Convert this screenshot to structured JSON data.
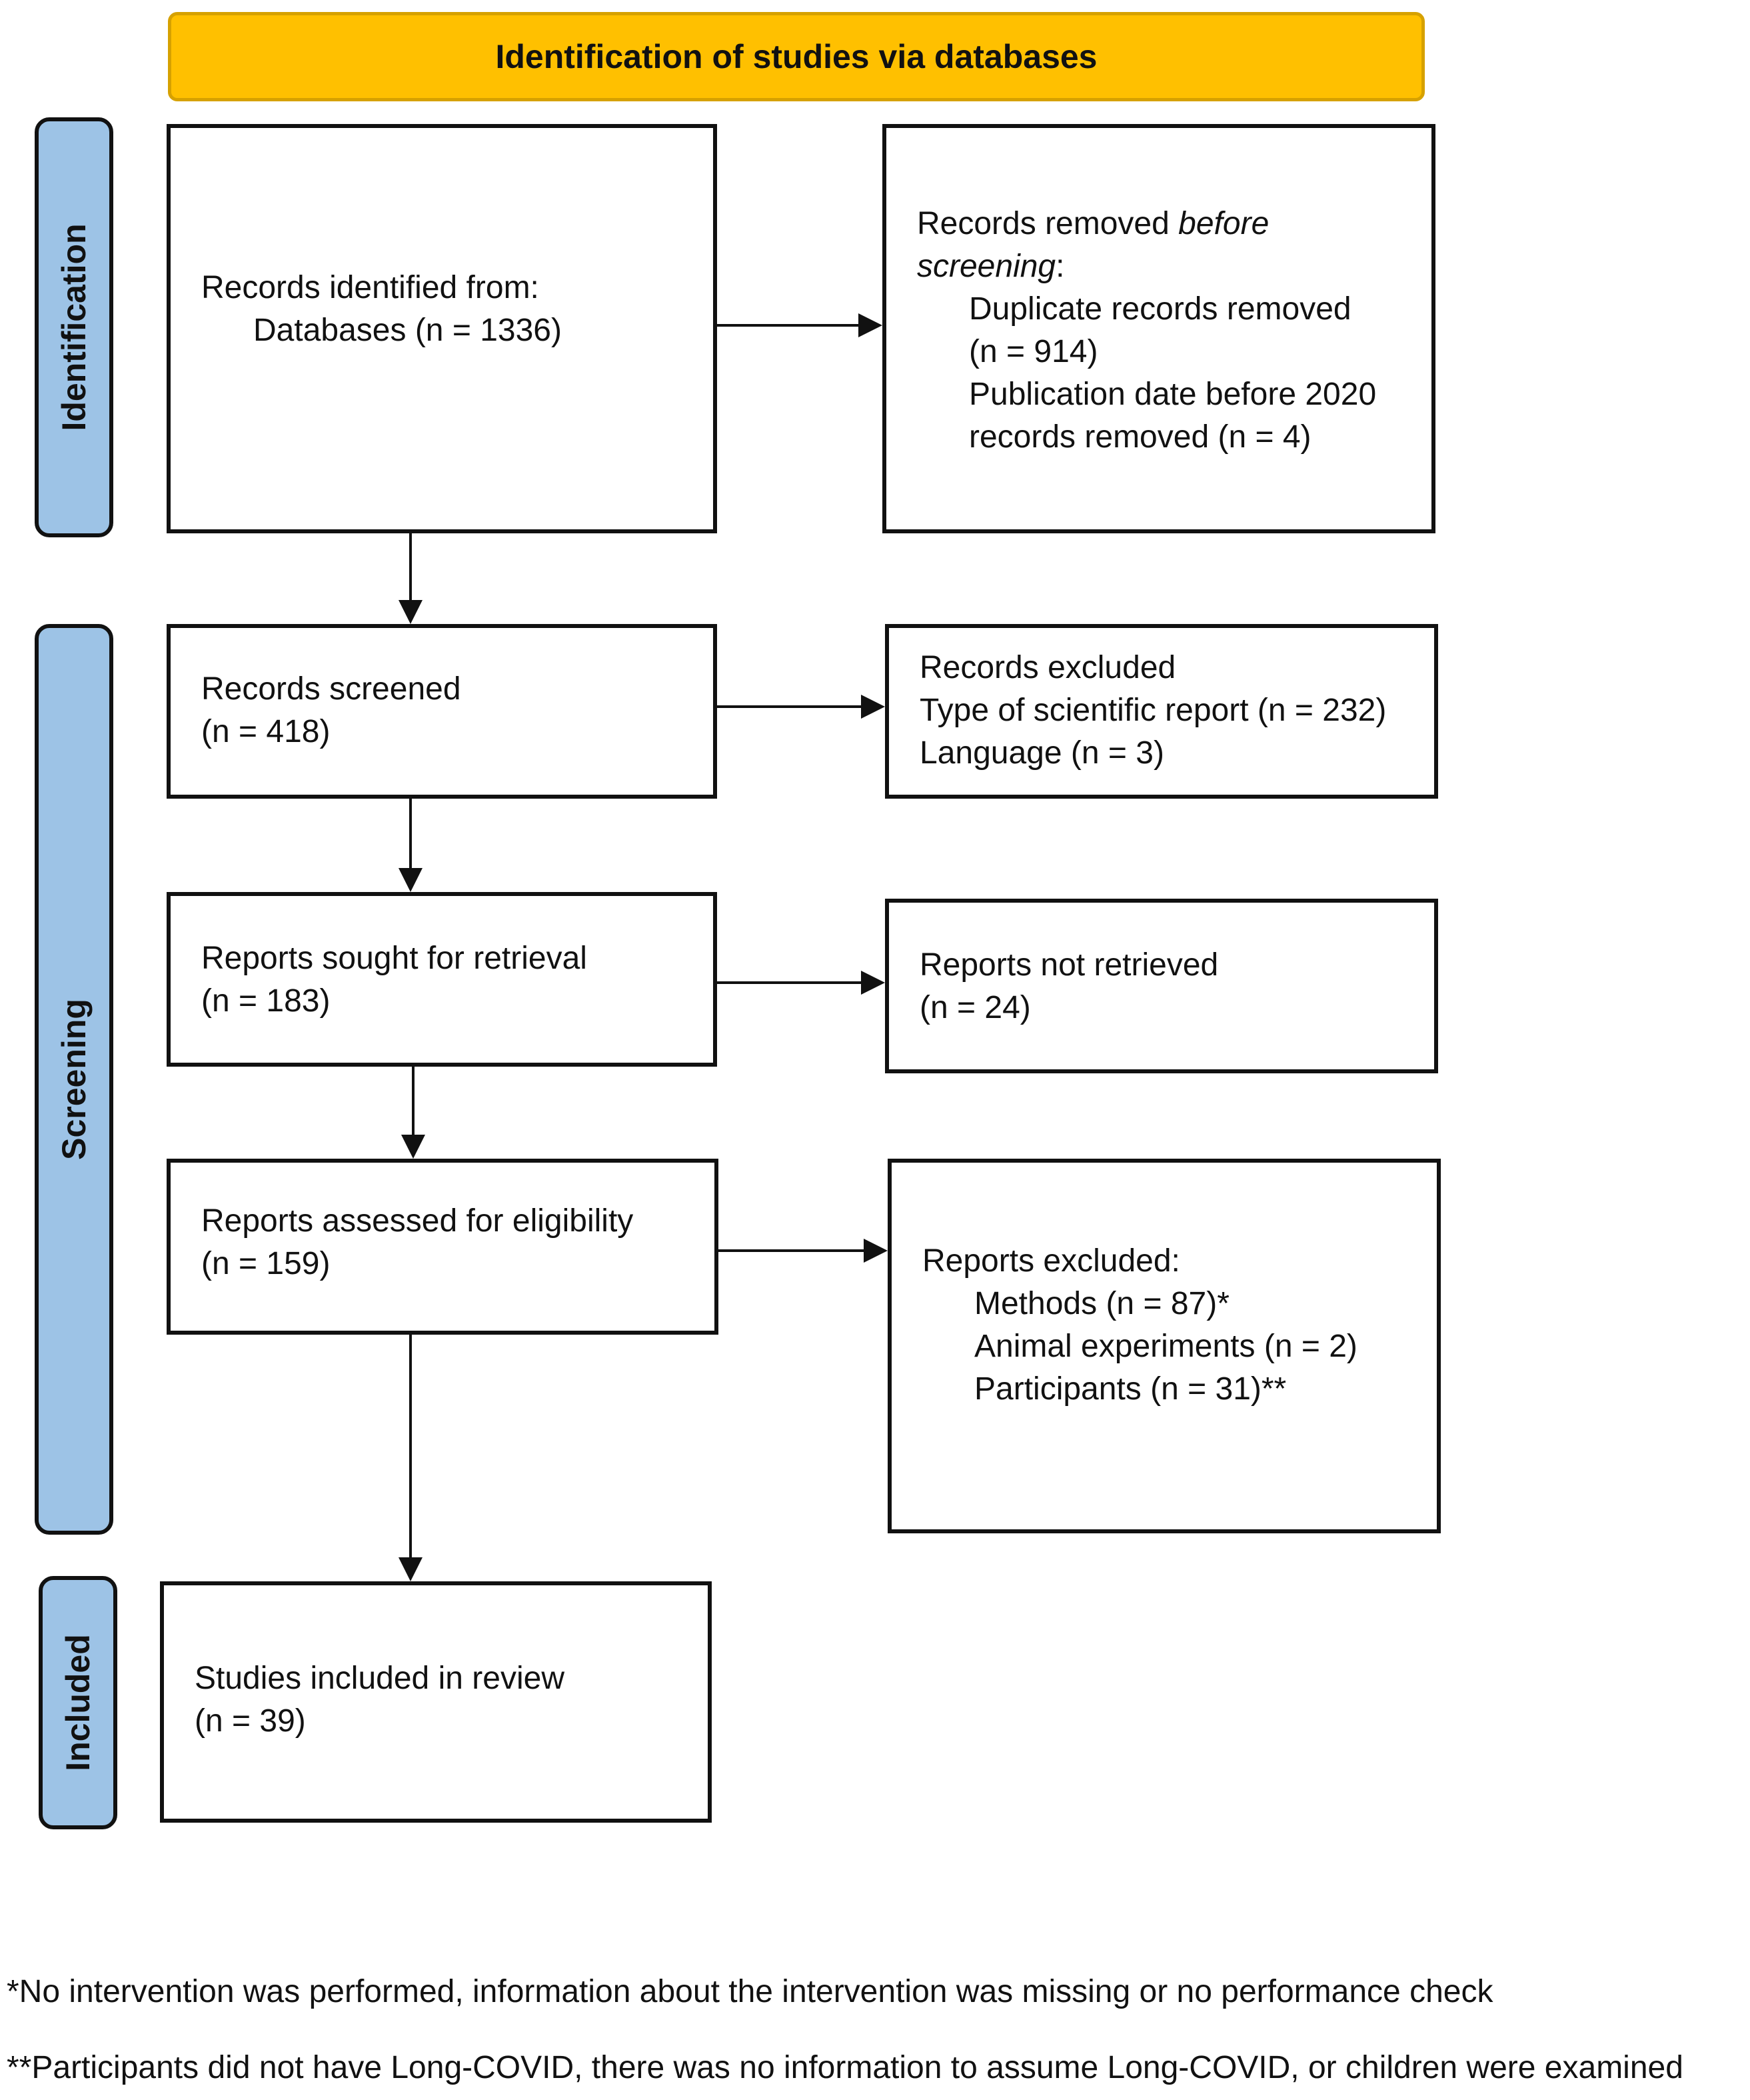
{
  "header": {
    "title": "Identification of studies via databases"
  },
  "phases": {
    "identification": "Identification",
    "screening": "Screening",
    "included": "Included"
  },
  "boxes": {
    "identified": {
      "line1": "Records identified from:",
      "line2": "Databases (n = 1336)"
    },
    "removed": {
      "line1_a": "Records removed ",
      "line1_b": "before",
      "line2_a": "screening",
      "line2_b": ":",
      "line3": "Duplicate records removed",
      "line4": "(n = 914)",
      "line5": "Publication date before 2020",
      "line6": "records removed (n = 4)"
    },
    "screened": {
      "line1": "Records screened",
      "line2": "(n = 418)"
    },
    "excluded": {
      "line1": "Records excluded",
      "line2": "Type of scientific report (n = 232)",
      "line3": "Language (n = 3)"
    },
    "sought": {
      "line1": "Reports sought for retrieval",
      "line2": "(n = 183)"
    },
    "not_retrieved": {
      "line1": "Reports not retrieved",
      "line2": "(n = 24)"
    },
    "assessed": {
      "line1": "Reports assessed for eligibility",
      "line2": "(n = 159)"
    },
    "reports_excluded": {
      "line1": "Reports excluded:",
      "line2": "Methods (n = 87)*",
      "line3": "Animal experiments (n = 2)",
      "line4": "Participants (n = 31)**"
    },
    "included": {
      "line1": "Studies included in review",
      "line2": "(n = 39)"
    }
  },
  "footnotes": {
    "note1": "*No intervention was performed, information about the intervention was missing or no performance check",
    "note2": "**Participants did not have Long-COVID, there was no information to assume Long-COVID, or children were examined"
  },
  "colors": {
    "header_fill": "#ffc000",
    "phase_fill": "#9dc3e6",
    "border": "#111111"
  }
}
